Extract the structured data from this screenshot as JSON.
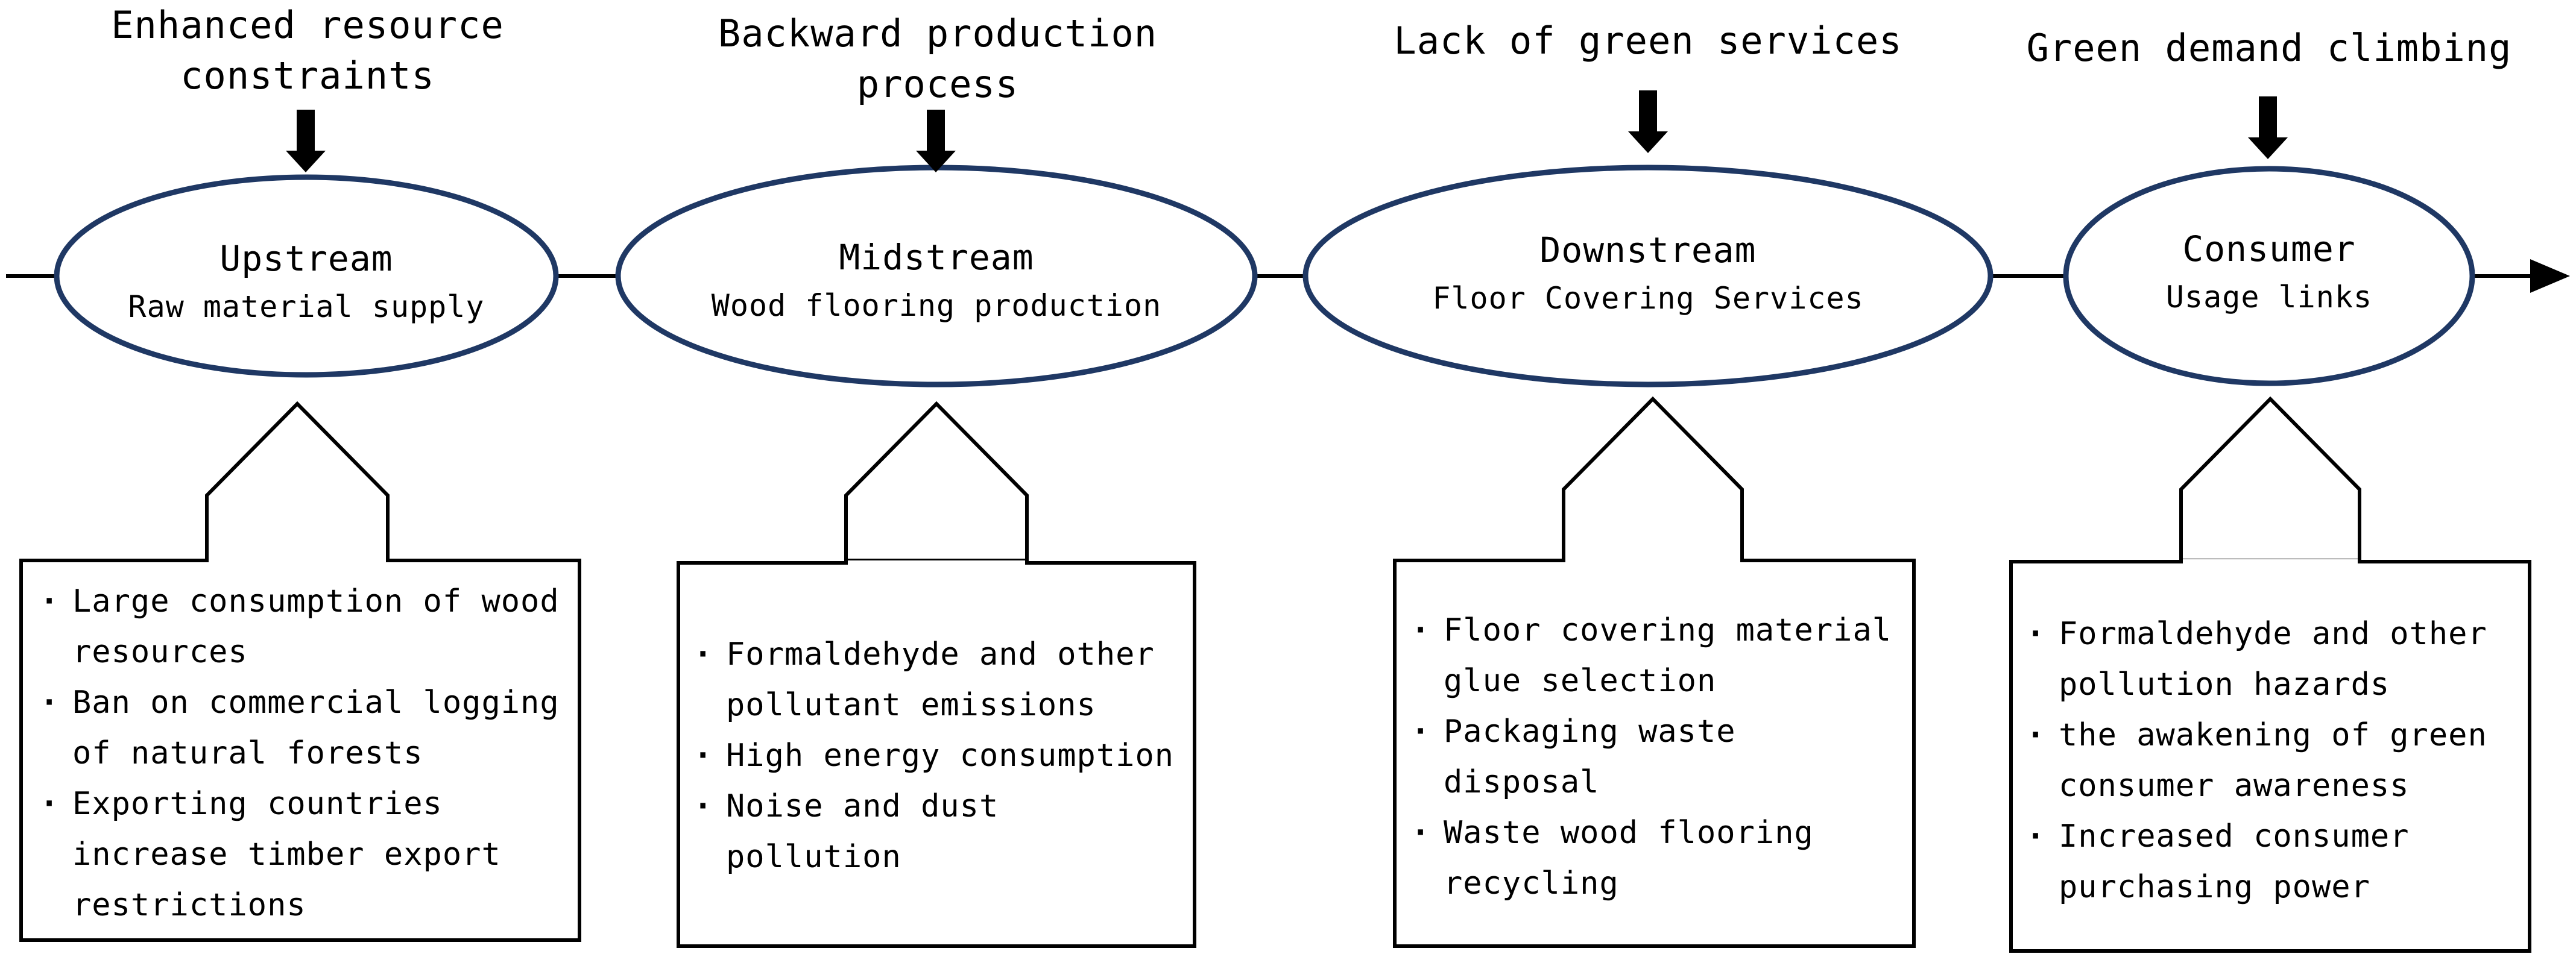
{
  "stages": [
    {
      "title": "Upstream",
      "subtitle": "Raw material supply",
      "factor": "Enhanced resource constraints",
      "bullets": [
        "Large consumption of wood resources",
        "Ban on commercial logging of natural forests",
        "Exporting countries increase timber export restrictions"
      ]
    },
    {
      "title": "Midstream",
      "subtitle": "Wood flooring production",
      "factor": "Backward production process",
      "bullets": [
        "Formaldehyde and other pollutant emissions",
        "High energy consumption",
        "Noise and dust pollution"
      ]
    },
    {
      "title": "Downstream",
      "subtitle": "Floor Covering Services",
      "factor": "Lack of green services",
      "bullets": [
        "Floor covering material glue selection",
        "Packaging waste disposal",
        "Waste wood flooring recycling"
      ]
    },
    {
      "title": "Consumer",
      "subtitle": "Usage links",
      "factor": "Green demand climbing",
      "bullets": [
        "Formaldehyde and other pollution hazards",
        "the awakening of green consumer awareness",
        "Increased consumer purchasing power"
      ]
    }
  ],
  "colors": {
    "ellipse_stroke": "#1f3864",
    "line": "#000000"
  }
}
